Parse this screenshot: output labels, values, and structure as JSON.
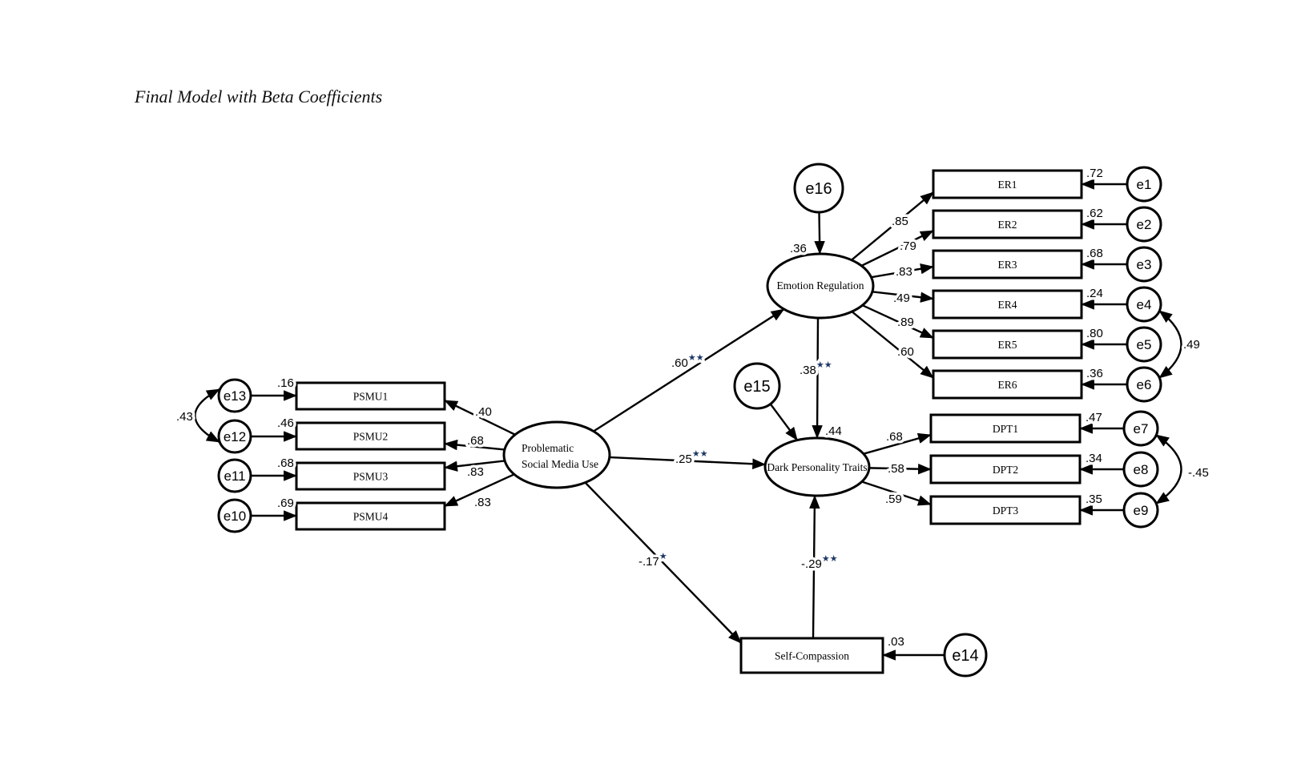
{
  "title": "Final Model with Beta Coefficients",
  "colors": {
    "line": "#000000",
    "significance_star": "#1f3864",
    "background": "#ffffff"
  },
  "latent_variables": [
    {
      "id": "PSMU",
      "label_lines": [
        "Problematic",
        "Social Media Use"
      ],
      "r_squared": null
    },
    {
      "id": "ER",
      "label_lines": [
        "Emotion Regulation"
      ],
      "r_squared": ".36"
    },
    {
      "id": "DPT",
      "label_lines": [
        "Dark Personality Traits"
      ],
      "r_squared": ".44"
    }
  ],
  "observed_variables": [
    {
      "id": "PSMU1",
      "label": "PSMU1",
      "value_label": ".16"
    },
    {
      "id": "PSMU2",
      "label": "PSMU2",
      "value_label": ".46"
    },
    {
      "id": "PSMU3",
      "label": "PSMU3",
      "value_label": ".68"
    },
    {
      "id": "PSMU4",
      "label": "PSMU4",
      "value_label": ".69"
    },
    {
      "id": "ER1",
      "label": "ER1",
      "value_label": ".72"
    },
    {
      "id": "ER2",
      "label": "ER2",
      "value_label": ".62"
    },
    {
      "id": "ER3",
      "label": "ER3",
      "value_label": ".68"
    },
    {
      "id": "ER4",
      "label": "ER4",
      "value_label": ".24"
    },
    {
      "id": "ER5",
      "label": "ER5",
      "value_label": ".80"
    },
    {
      "id": "ER6",
      "label": "ER6",
      "value_label": ".36"
    },
    {
      "id": "DPT1",
      "label": "DPT1",
      "value_label": ".47"
    },
    {
      "id": "DPT2",
      "label": "DPT2",
      "value_label": ".34"
    },
    {
      "id": "DPT3",
      "label": "DPT3",
      "value_label": ".35"
    },
    {
      "id": "SC",
      "label": "Self-Compassion",
      "value_label": ".03"
    }
  ],
  "error_terms": [
    {
      "id": "e1",
      "label": "e1",
      "target": "ER1"
    },
    {
      "id": "e2",
      "label": "e2",
      "target": "ER2"
    },
    {
      "id": "e3",
      "label": "e3",
      "target": "ER3"
    },
    {
      "id": "e4",
      "label": "e4",
      "target": "ER4"
    },
    {
      "id": "e5",
      "label": "e5",
      "target": "ER5"
    },
    {
      "id": "e6",
      "label": "e6",
      "target": "ER6"
    },
    {
      "id": "e7",
      "label": "e7",
      "target": "DPT1"
    },
    {
      "id": "e8",
      "label": "e8",
      "target": "DPT2"
    },
    {
      "id": "e9",
      "label": "e9",
      "target": "DPT3"
    },
    {
      "id": "e10",
      "label": "e10",
      "target": "PSMU4"
    },
    {
      "id": "e11",
      "label": "e11",
      "target": "PSMU3"
    },
    {
      "id": "e12",
      "label": "e12",
      "target": "PSMU2"
    },
    {
      "id": "e13",
      "label": "e13",
      "target": "PSMU1"
    },
    {
      "id": "e14",
      "label": "e14",
      "target": "SC"
    },
    {
      "id": "e15",
      "label": "e15",
      "target": "DPT"
    },
    {
      "id": "e16",
      "label": "e16",
      "target": "ER"
    }
  ],
  "loadings": [
    {
      "from": "PSMU",
      "to": "PSMU1",
      "value": ".40"
    },
    {
      "from": "PSMU",
      "to": "PSMU2",
      "value": ".68"
    },
    {
      "from": "PSMU",
      "to": "PSMU3",
      "value": ".83"
    },
    {
      "from": "PSMU",
      "to": "PSMU4",
      "value": ".83"
    },
    {
      "from": "ER",
      "to": "ER1",
      "value": ".85"
    },
    {
      "from": "ER",
      "to": "ER2",
      "value": ".79"
    },
    {
      "from": "ER",
      "to": "ER3",
      "value": ".83"
    },
    {
      "from": "ER",
      "to": "ER4",
      "value": ".49"
    },
    {
      "from": "ER",
      "to": "ER5",
      "value": ".89"
    },
    {
      "from": "ER",
      "to": "ER6",
      "value": ".60"
    },
    {
      "from": "DPT",
      "to": "DPT1",
      "value": ".68"
    },
    {
      "from": "DPT",
      "to": "DPT2",
      "value": ".58"
    },
    {
      "from": "DPT",
      "to": "DPT3",
      "value": ".59"
    }
  ],
  "structural_paths": [
    {
      "id": "psmu_er",
      "from": "PSMU",
      "to": "ER",
      "value": ".60",
      "stars": "**"
    },
    {
      "id": "psmu_dpt",
      "from": "PSMU",
      "to": "DPT",
      "value": ".25",
      "stars": "**"
    },
    {
      "id": "psmu_sc",
      "from": "PSMU",
      "to": "SC",
      "value": "-.17",
      "stars": "*"
    },
    {
      "id": "er_dpt",
      "from": "ER",
      "to": "DPT",
      "value": ".38",
      "stars": "**"
    },
    {
      "id": "sc_dpt",
      "from": "SC",
      "to": "DPT",
      "value": "-.29",
      "stars": "**"
    }
  ],
  "covariances": [
    {
      "id": "e13_e12",
      "between": [
        "e13",
        "e12"
      ],
      "value": ".43"
    },
    {
      "id": "e4_e6",
      "between": [
        "e4",
        "e6"
      ],
      "value": ".49"
    },
    {
      "id": "e7_e9",
      "between": [
        "e7",
        "e9"
      ],
      "value": "-.45"
    }
  ]
}
